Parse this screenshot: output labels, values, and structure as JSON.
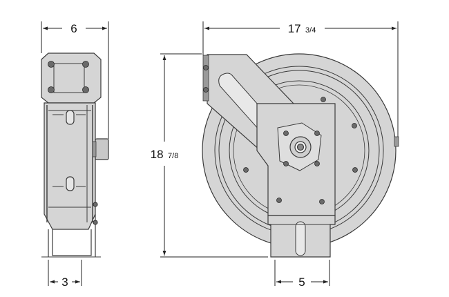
{
  "dimensions": {
    "side_width": "6",
    "overall_width_whole": "17",
    "overall_width_fraction": "3/4",
    "overall_height_whole": "18",
    "overall_height_fraction": "7/8",
    "side_base_width": "3",
    "front_base_width": "5"
  },
  "colors": {
    "body_fill": "#d5d5d5",
    "outline": "#3a3a3a",
    "dimension_line": "#222222",
    "hardware": "#555555"
  }
}
